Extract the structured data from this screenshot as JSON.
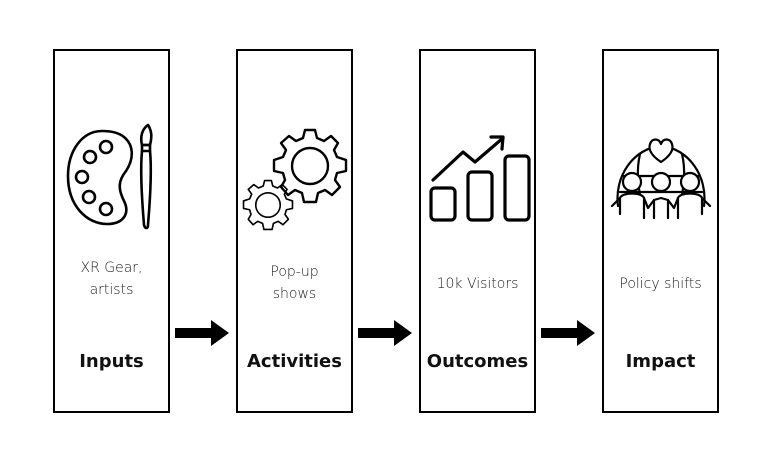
{
  "stages": [
    {
      "title": "Inputs",
      "description_lines": [
        "XR Gear,",
        "artists"
      ],
      "icon": "palette-brush-icon"
    },
    {
      "title": "Activities",
      "description_lines": [
        "Pop-up",
        "shows"
      ],
      "icon": "gears-icon"
    },
    {
      "title": "Outcomes",
      "description_lines": [
        "10k Visitors"
      ],
      "icon": "growth-chart-icon"
    },
    {
      "title": "Impact",
      "description_lines": [
        "Policy shifts"
      ],
      "icon": "community-heart-icon"
    }
  ],
  "connectors": [
    "arrow-right",
    "arrow-right",
    "arrow-right"
  ]
}
